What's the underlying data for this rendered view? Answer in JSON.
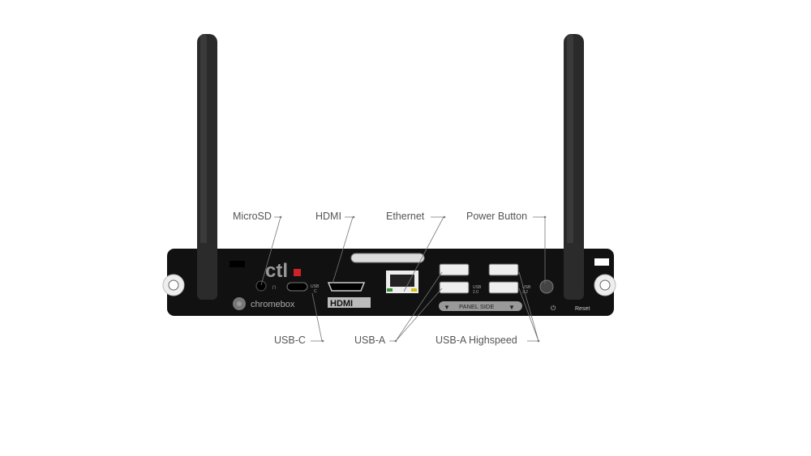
{
  "title": "CTL Chromebox port diagram",
  "callouts_top": [
    "MicroSD",
    "HDMI",
    "Ethernet",
    "Power Button"
  ],
  "callouts_bottom": [
    "USB-C",
    "USB-A",
    "USB-A Highspeed"
  ],
  "device": {
    "brand_logo": "ctl",
    "product_name": "chromebox",
    "usb_c_label": [
      "USB",
      "C"
    ],
    "hdmi_logo": "HDMI",
    "usb20_label": [
      "USB",
      "2.0"
    ],
    "usb32_label": [
      "USB",
      "3.2"
    ],
    "panel_side": "PANEL SIDE",
    "reset_label": "Reset",
    "brand_color": "#d0202a"
  }
}
